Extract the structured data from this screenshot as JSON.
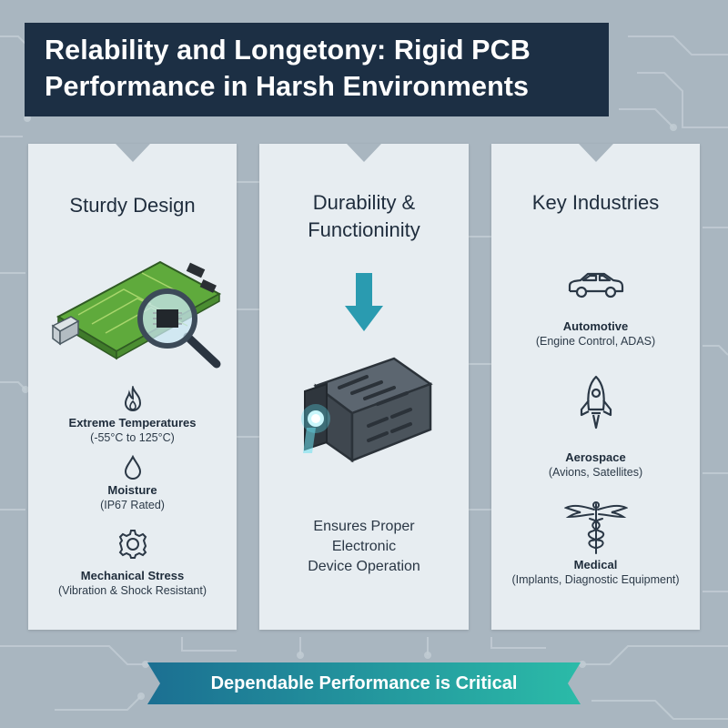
{
  "title": {
    "line1": "Relability and Longetony: Rigid PCB",
    "line2": "Performance in Harsh Environments"
  },
  "panels": [
    {
      "heading": [
        "Sturdy Design"
      ],
      "illustration": "pcb-magnifier-illustration",
      "features": [
        {
          "icon": "flame-icon",
          "title": "Extreme Temperatures",
          "sub": "(-55°C to 125°C)"
        },
        {
          "icon": "droplet-icon",
          "title": "Moisture",
          "sub": "(IP67 Rated)"
        },
        {
          "icon": "gear-icon",
          "title": "Mechanical Stress",
          "sub": "(Vibration & Shock Resistant)"
        }
      ]
    },
    {
      "heading": [
        "Durability &",
        "Functioninity"
      ],
      "illustration": "rugged-enclosure-illustration",
      "arrow": "down-arrow-icon",
      "caption": [
        "Ensures Proper",
        "Electronic",
        "Device Operation"
      ]
    },
    {
      "heading": [
        "Key Industries"
      ],
      "features": [
        {
          "icon": "car-icon",
          "title": "Automotive",
          "sub": "(Engine Control, ADAS)"
        },
        {
          "icon": "rocket-icon",
          "title": "Aerospace",
          "sub": "(Avions, Satellites)"
        },
        {
          "icon": "caduceus-icon",
          "title": "Medical",
          "sub": "(Implants, Diagnostic Equipment)"
        }
      ]
    }
  ],
  "banner": {
    "text": "Dependable Performance is Critical"
  },
  "colors": {
    "background": "#a9b6c0",
    "title_bg": "#1c2f44",
    "panel_bg": "#e7edf1",
    "accent_teal": "#2a9bb0",
    "banner_start": "#1b6f92",
    "banner_end": "#2bbba8",
    "pcb_green": "#5faa3c"
  }
}
